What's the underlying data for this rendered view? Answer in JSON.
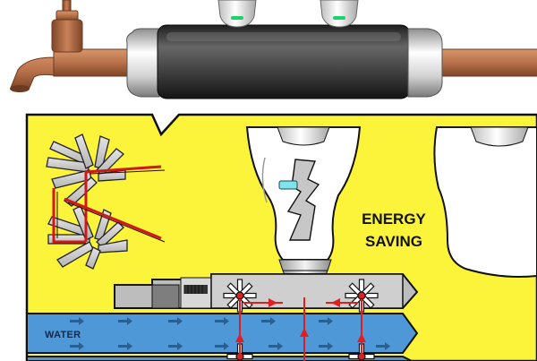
{
  "labels": {
    "energy_line1": "ENERGY",
    "energy_line2": "SAVING",
    "water": "WATER"
  },
  "colors": {
    "copper": "#b8714a",
    "copper_dark": "#7d4526",
    "sleeve": "#4a4a4a",
    "chrome": "#dcdcdc",
    "panel_yellow": "#fbf43a",
    "water_blue": "#4f98d8",
    "flow_arrow": "#2d5f8e",
    "heat_red": "#e02020",
    "led_green": "#18d46a",
    "outline": "#111111"
  },
  "icons": [
    "faucet-icon",
    "bulb-icon",
    "turbine-icon",
    "flow-arrow-icon",
    "heat-arrow-icon"
  ]
}
